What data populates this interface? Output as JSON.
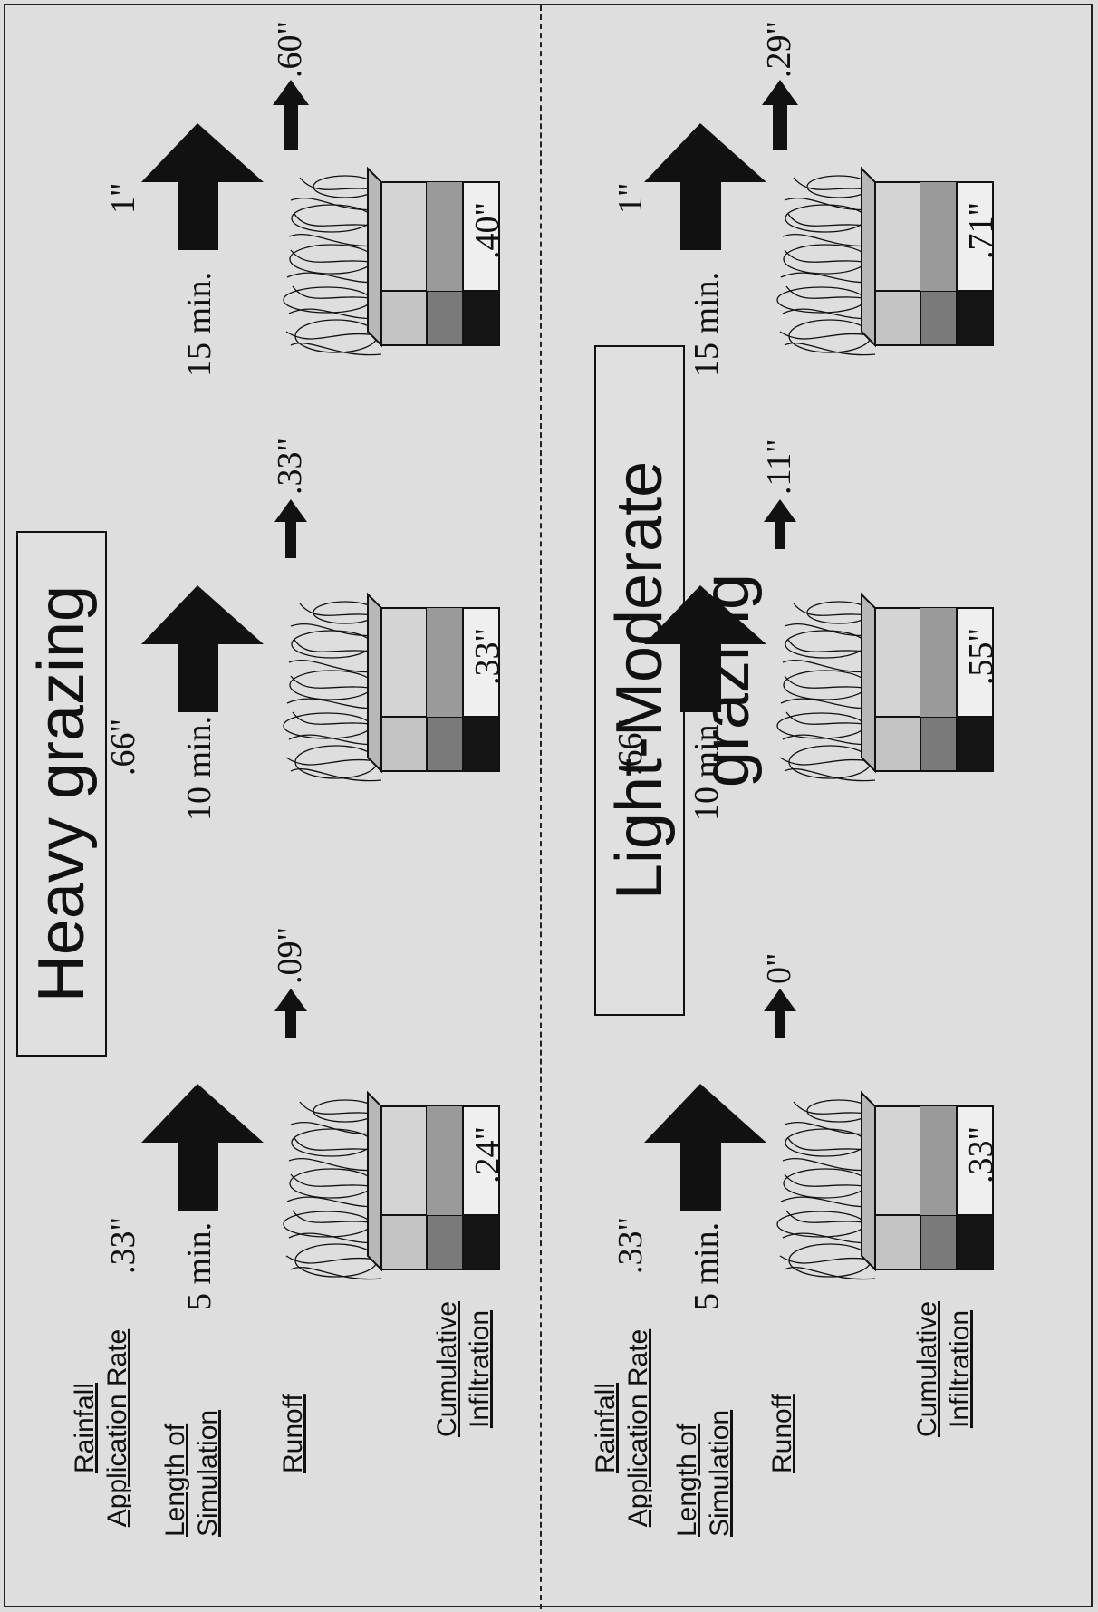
{
  "labels": {
    "rainfall": "Rainfall",
    "application_rate": "Application Rate",
    "length_of": "Length of",
    "simulation": "Simulation",
    "runoff": "Runoff",
    "cumulative": "Cumulative",
    "infiltration": "Infiltration"
  },
  "panels": [
    {
      "title": "Heavy grazing",
      "steps": [
        {
          "rainfall": ".33\"",
          "length": "5 min.",
          "runoff": ".09\"",
          "infiltration": ".24\""
        },
        {
          "rainfall": ".66\"",
          "length": "10 min.",
          "runoff": ".33\"",
          "infiltration": ".33\""
        },
        {
          "rainfall": "1\"",
          "length": "15 min.",
          "runoff": ".60\"",
          "infiltration": ".40\""
        }
      ]
    },
    {
      "title": "Light-Moderate grazing",
      "steps": [
        {
          "rainfall": ".33\"",
          "length": "5 min.",
          "runoff": "0\"",
          "infiltration": ".33\""
        },
        {
          "rainfall": ".66\"",
          "length": "10 min.",
          "runoff": ".11\"",
          "infiltration": ".55\""
        },
        {
          "rainfall": "1\"",
          "length": "15 min.",
          "runoff": ".29\"",
          "infiltration": ".71\""
        }
      ]
    }
  ],
  "colors": {
    "background": "#dedede",
    "ink": "#111111",
    "soil_light": "#c4c4c4",
    "soil_mid": "#7a7a7a",
    "soil_dark": "#141414"
  }
}
